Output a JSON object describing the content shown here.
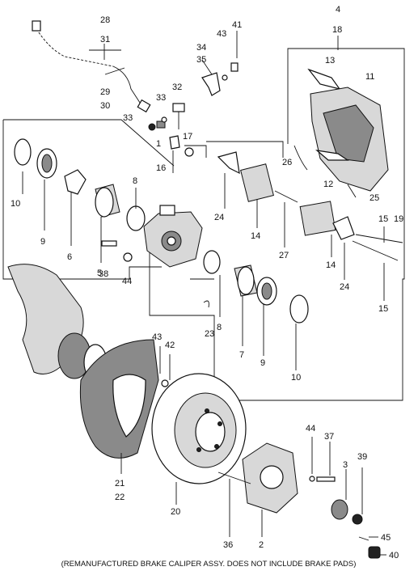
{
  "callouts": [
    {
      "id": "c28",
      "text": "28"
    },
    {
      "id": "c31",
      "text": "31"
    },
    {
      "id": "c29",
      "text": "29"
    },
    {
      "id": "c30",
      "text": "30"
    },
    {
      "id": "c41",
      "text": "41"
    },
    {
      "id": "c43a",
      "text": "43"
    },
    {
      "id": "c34",
      "text": "34"
    },
    {
      "id": "c35",
      "text": "35"
    },
    {
      "id": "c32",
      "text": "32"
    },
    {
      "id": "c33a",
      "text": "33"
    },
    {
      "id": "c33b",
      "text": "33"
    },
    {
      "id": "c4",
      "text": "4"
    },
    {
      "id": "c18",
      "text": "18"
    },
    {
      "id": "c13",
      "text": "13"
    },
    {
      "id": "c11",
      "text": "11"
    },
    {
      "id": "c17",
      "text": "17"
    },
    {
      "id": "c1",
      "text": "1"
    },
    {
      "id": "c16",
      "text": "16"
    },
    {
      "id": "c26",
      "text": "26"
    },
    {
      "id": "c12",
      "text": "12"
    },
    {
      "id": "c25",
      "text": "25"
    },
    {
      "id": "c10a",
      "text": "10"
    },
    {
      "id": "c9a",
      "text": "9"
    },
    {
      "id": "c6",
      "text": "6"
    },
    {
      "id": "c5",
      "text": "5"
    },
    {
      "id": "c8a",
      "text": "8"
    },
    {
      "id": "c24a",
      "text": "24"
    },
    {
      "id": "c14a",
      "text": "14"
    },
    {
      "id": "c27",
      "text": "27"
    },
    {
      "id": "c14b",
      "text": "14"
    },
    {
      "id": "c15a",
      "text": "15"
    },
    {
      "id": "c19",
      "text": "19"
    },
    {
      "id": "c15b",
      "text": "15"
    },
    {
      "id": "c38",
      "text": "38"
    },
    {
      "id": "c44a",
      "text": "44"
    },
    {
      "id": "c24b",
      "text": "24"
    },
    {
      "id": "c23",
      "text": "23"
    },
    {
      "id": "c8b",
      "text": "8"
    },
    {
      "id": "c7",
      "text": "7"
    },
    {
      "id": "c9b",
      "text": "9"
    },
    {
      "id": "c10b",
      "text": "10"
    },
    {
      "id": "c43b",
      "text": "43"
    },
    {
      "id": "c42",
      "text": "42"
    },
    {
      "id": "c44b",
      "text": "44"
    },
    {
      "id": "c37",
      "text": "37"
    },
    {
      "id": "c3",
      "text": "3"
    },
    {
      "id": "c39",
      "text": "39"
    },
    {
      "id": "c21",
      "text": "21"
    },
    {
      "id": "c22",
      "text": "22"
    },
    {
      "id": "c20",
      "text": "20"
    },
    {
      "id": "c36",
      "text": "36"
    },
    {
      "id": "c2",
      "text": "2"
    },
    {
      "id": "c45",
      "text": "45"
    },
    {
      "id": "c40",
      "text": "40"
    }
  ],
  "footnote": "(REMANUFACTURED BRAKE CALIPER ASSY. DOES NOT INCLUDE BRAKE PADS)"
}
